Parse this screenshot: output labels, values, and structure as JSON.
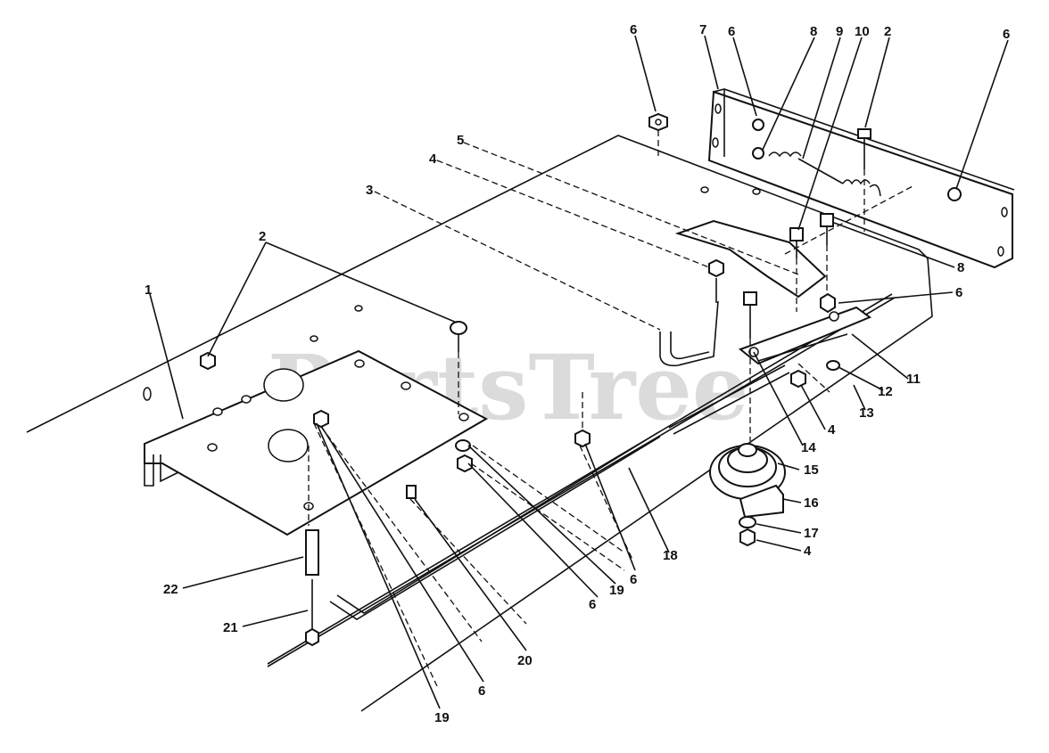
{
  "watermark": "PartsTree",
  "labels": [
    {
      "id": "n6a",
      "text": "6"
    },
    {
      "id": "n7",
      "text": "7"
    },
    {
      "id": "n6b",
      "text": "6"
    },
    {
      "id": "n8a",
      "text": "8"
    },
    {
      "id": "n9",
      "text": "9"
    },
    {
      "id": "n10",
      "text": "10"
    },
    {
      "id": "n2a",
      "text": "2"
    },
    {
      "id": "n6c",
      "text": "6"
    },
    {
      "id": "n5",
      "text": "5"
    },
    {
      "id": "n4a",
      "text": "4"
    },
    {
      "id": "n3",
      "text": "3"
    },
    {
      "id": "n2b",
      "text": "2"
    },
    {
      "id": "n1",
      "text": "1"
    },
    {
      "id": "n8b",
      "text": "8"
    },
    {
      "id": "n6d",
      "text": "6"
    },
    {
      "id": "n11",
      "text": "11"
    },
    {
      "id": "n12",
      "text": "12"
    },
    {
      "id": "n13",
      "text": "13"
    },
    {
      "id": "n4b",
      "text": "4"
    },
    {
      "id": "n14",
      "text": "14"
    },
    {
      "id": "n15",
      "text": "15"
    },
    {
      "id": "n16",
      "text": "16"
    },
    {
      "id": "n17",
      "text": "17"
    },
    {
      "id": "n4c",
      "text": "4"
    },
    {
      "id": "n18",
      "text": "18"
    },
    {
      "id": "n6e",
      "text": "6"
    },
    {
      "id": "n19a",
      "text": "19"
    },
    {
      "id": "n6f",
      "text": "6"
    },
    {
      "id": "n22",
      "text": "22"
    },
    {
      "id": "n21",
      "text": "21"
    },
    {
      "id": "n20",
      "text": "20"
    },
    {
      "id": "n6g",
      "text": "6"
    },
    {
      "id": "n19b",
      "text": "19"
    }
  ]
}
